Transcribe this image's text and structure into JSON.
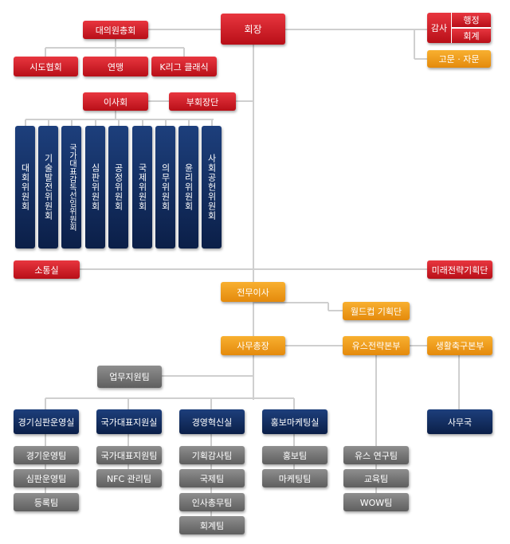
{
  "chairman": "회장",
  "assembly": "대의원총회",
  "audit": {
    "label": "감사",
    "sub": [
      "행정",
      "회계"
    ]
  },
  "advisor": "고문 · 자문",
  "assembly_members": [
    "시도협회",
    "연맹",
    "K리그 클래식"
  ],
  "board": "이사회",
  "vice_chairs": "부회장단",
  "committees": [
    "대회위원회",
    "기술발전위원회",
    "국가대표감독선임위원회",
    "심판위원회",
    "공정위원회",
    "국제위원회",
    "의무위원회",
    "윤리위원회",
    "사회공헌위원회"
  ],
  "communication": "소통실",
  "future_strategy": "미래전략기획단",
  "managing_director": "전무이사",
  "worldcup_planning": "월드컵 기획단",
  "secretary_general": "사무총장",
  "youth_strategy": "유스전략본부",
  "grassroots": "생활축구본부",
  "business_support": "업무지원팀",
  "offices": [
    {
      "name": "경기심판운영실",
      "teams": [
        "경기운영팀",
        "심판운영팀",
        "등록팀"
      ]
    },
    {
      "name": "국가대표지원실",
      "teams": [
        "국가대표지원팀",
        "NFC 관리팀"
      ]
    },
    {
      "name": "경영혁신실",
      "teams": [
        "기획감사팀",
        "국제팀",
        "인사총무팀",
        "회계팀"
      ]
    },
    {
      "name": "홍보마케팅실",
      "teams": [
        "홍보팀",
        "마케팅팀"
      ]
    }
  ],
  "youth_teams": [
    "유스 연구팀",
    "교육팀",
    "WOW팀"
  ],
  "grassroots_office": "사무국",
  "colors": {
    "red": "#c8141d",
    "orange": "#f29b17",
    "navy": "#102a5c",
    "gray": "#6e6e6e",
    "line": "#c8c8c8"
  }
}
